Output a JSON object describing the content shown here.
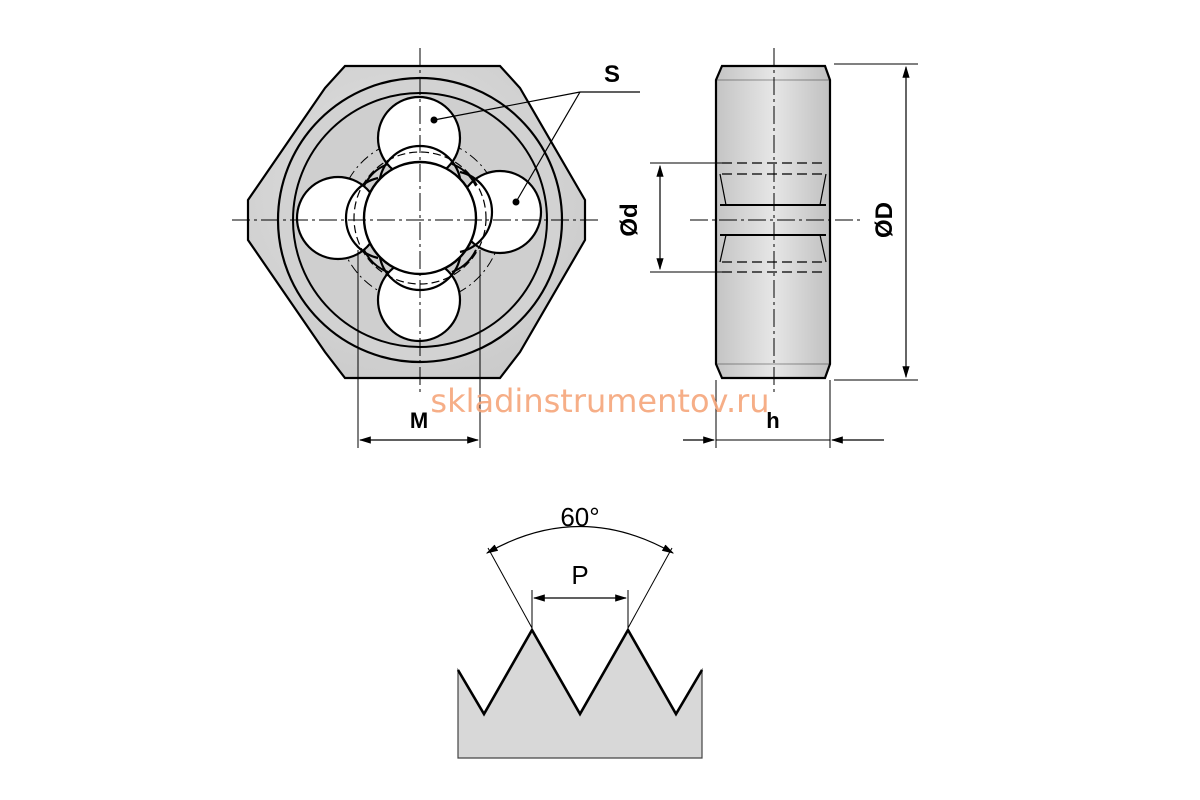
{
  "labels": {
    "s": "S",
    "d": "Ød",
    "D": "ØD",
    "M": "M",
    "h": "h",
    "angle": "60°",
    "pitch": "P"
  },
  "watermark": "skladinstrumentov.ru",
  "colors": {
    "body_fill": "#d3d3d3",
    "thread_fill": "#d8d8d8",
    "stroke": "#000000",
    "watermark": "#f5a57a"
  }
}
